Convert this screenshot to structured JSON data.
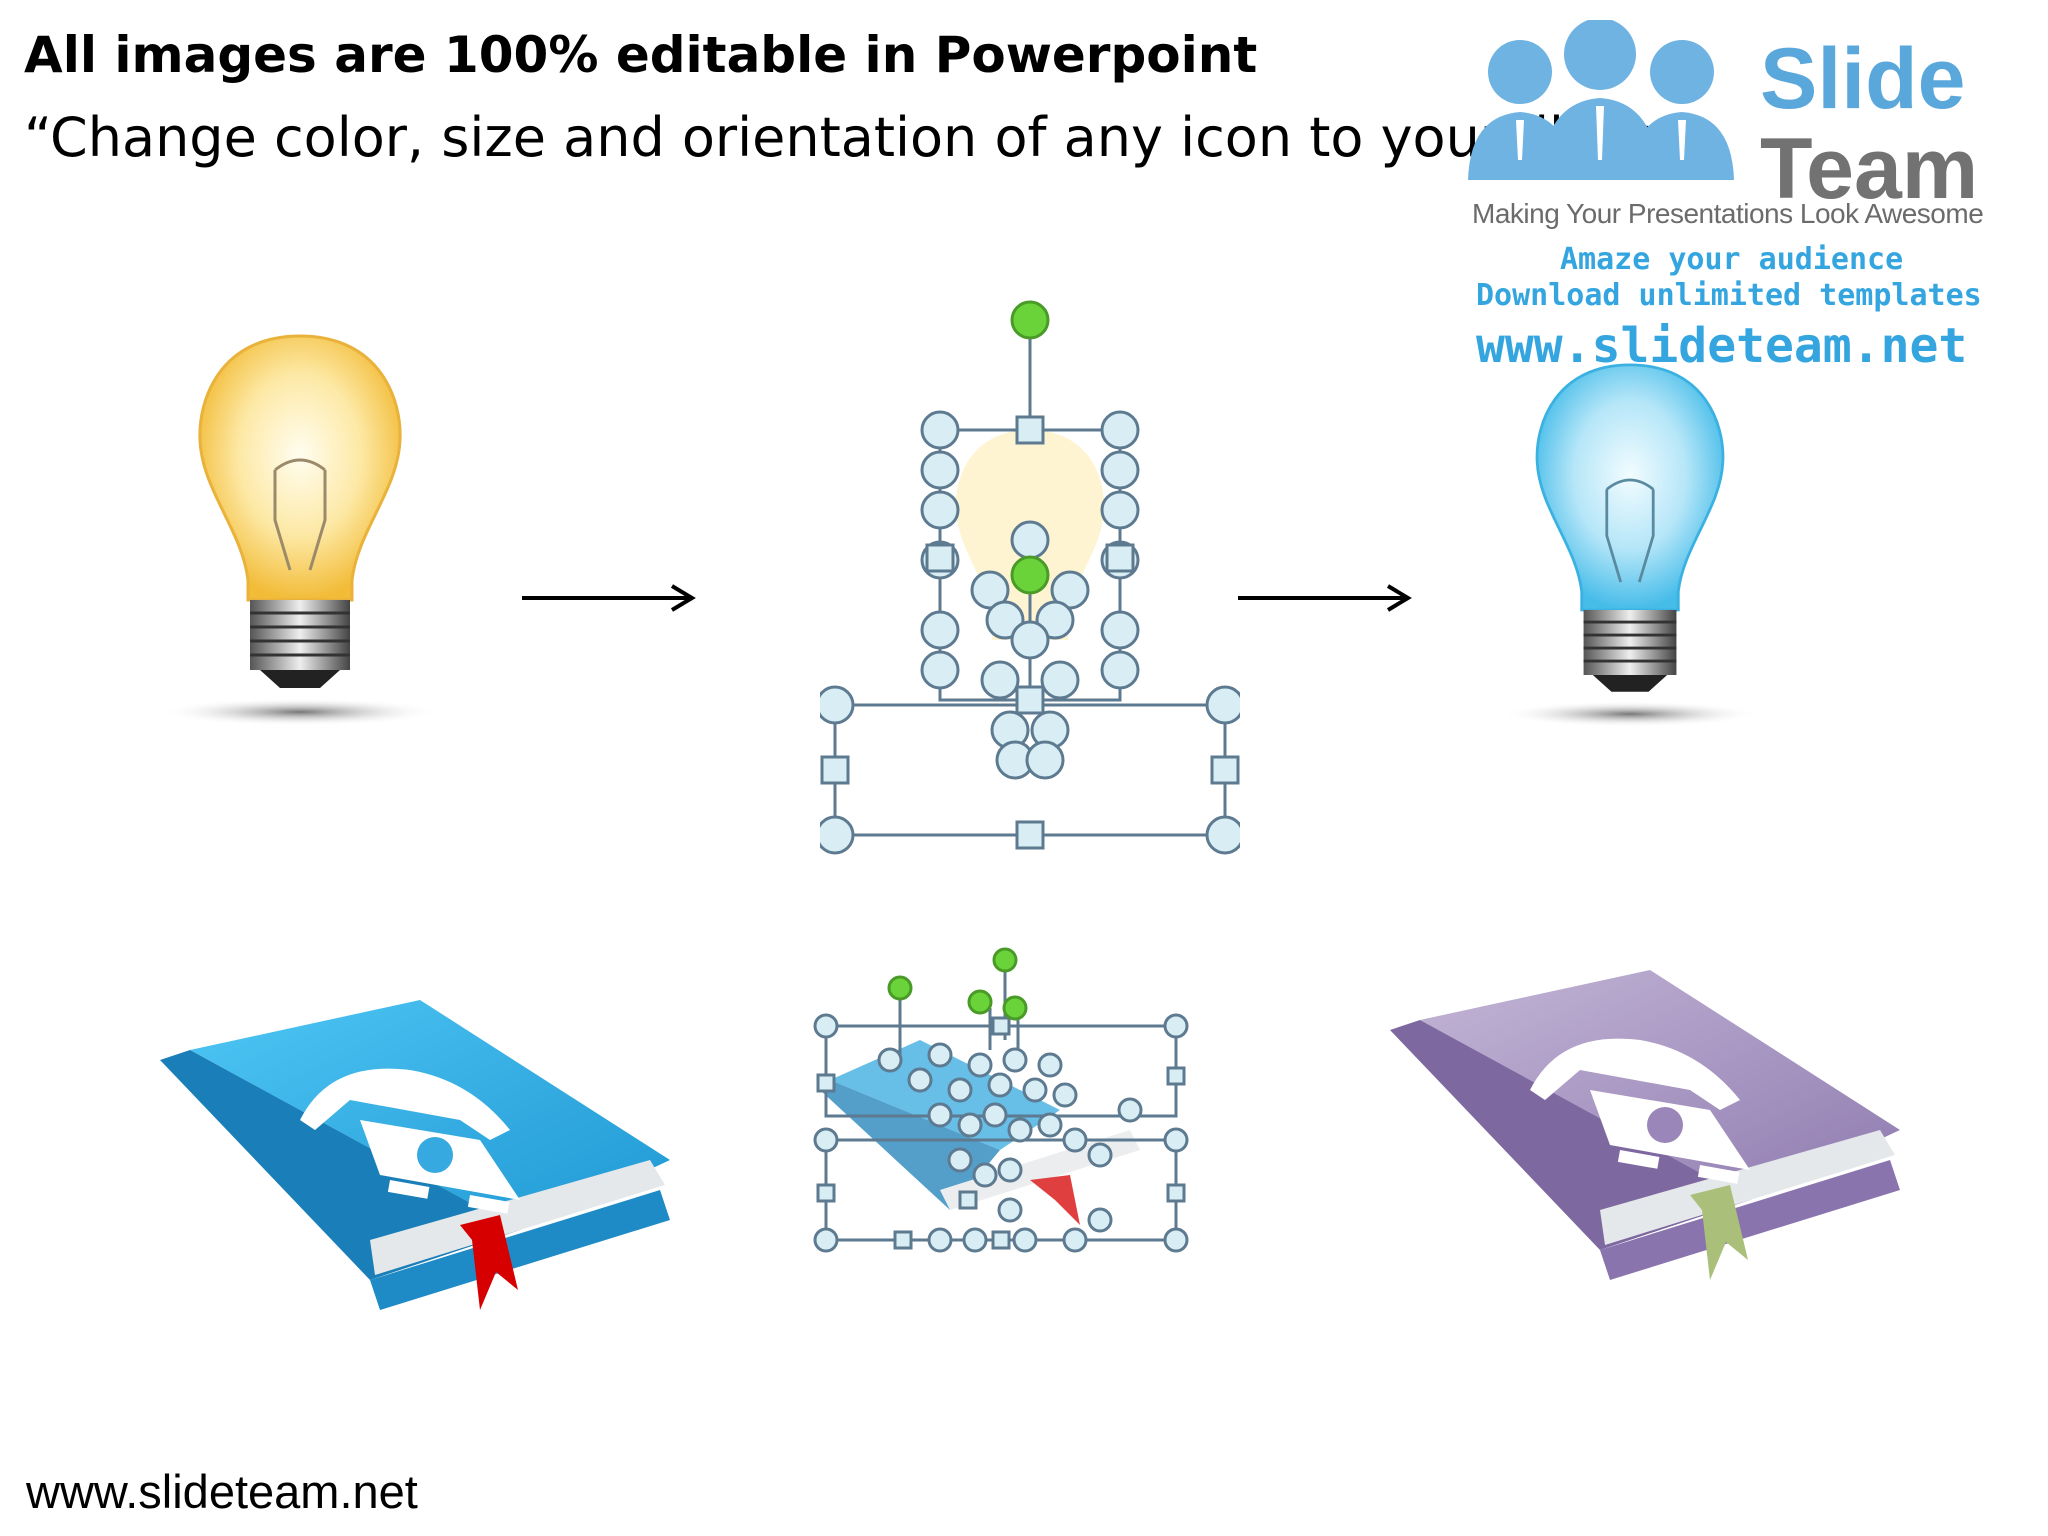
{
  "header": {
    "title": "All images are 100% editable in Powerpoint",
    "subtitle": "“Change color, size and orientation of any icon to your liking”"
  },
  "logo": {
    "word1": "Slide",
    "word2": "Team",
    "tagline": "Making Your Presentations Look Awesome",
    "promo1": "Amaze your audience",
    "promo2": "Download unlimited templates",
    "promo_url": "www.slideteam.net"
  },
  "footer": {
    "url": "www.slideteam.net"
  },
  "icons": {
    "bulb_original": "light-bulb-icon",
    "bulb_edited": "light-bulb-icon",
    "book_original": "phone-book-icon",
    "book_edited": "phone-book-icon",
    "arrow": "arrow-right-icon"
  },
  "colors": {
    "bulb_original": "#f6c744",
    "bulb_edited": "#5fc8ef",
    "book_original": "#35a9e0",
    "book_edited": "#9a86b8",
    "bookmark_original": "#d60000",
    "bookmark_edited": "#a9bf7a",
    "handle_fill": "#d8eef4",
    "handle_stroke": "#5d7a90",
    "rotate_handle": "#6ad33a",
    "logo_blue": "#5aa7dc"
  }
}
